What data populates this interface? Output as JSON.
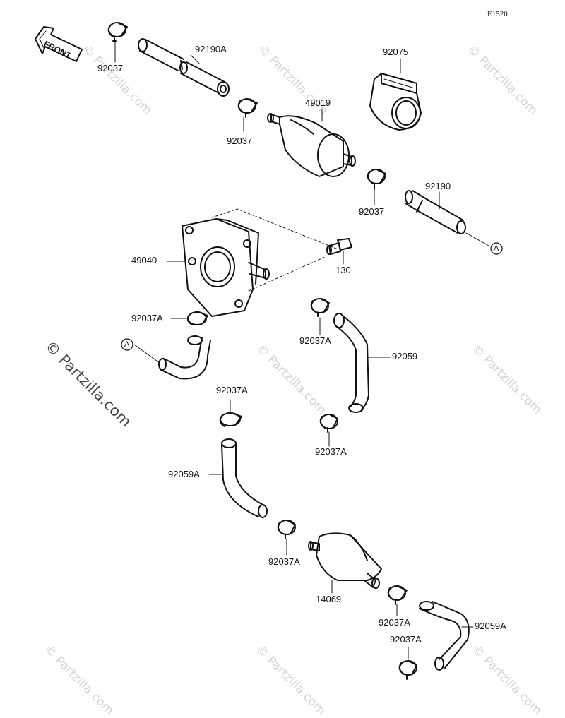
{
  "diagram": {
    "code": "E1520",
    "front_label": "FRONT",
    "parts": {
      "p92037_a": "92037",
      "p92190a": "92190A",
      "p92037_b": "92037",
      "p49019": "49019",
      "p92075": "92075",
      "p92037_c": "92037",
      "p92190": "92190",
      "p49040": "49040",
      "p130": "130",
      "p92037a_1": "92037A",
      "p92037a_2": "92037A",
      "p92059": "92059",
      "p92037a_3": "92037A",
      "p92037a_4": "92037A",
      "p92059a_1": "92059A",
      "p92037a_5": "92037A",
      "p14069": "14069",
      "p92037a_6": "92037A",
      "p92059a_2": "92059A",
      "p92037a_7": "92037A"
    },
    "ref_marker": "A",
    "watermark": "© Partzilla.com"
  }
}
